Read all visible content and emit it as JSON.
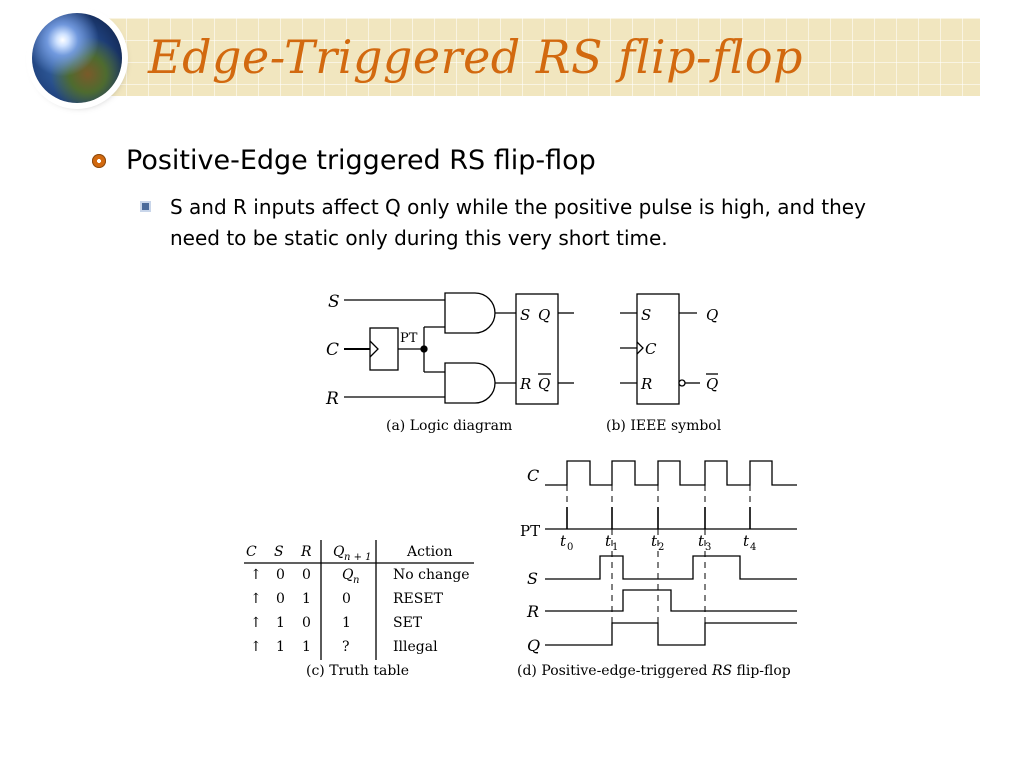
{
  "slide": {
    "title": "Edge-Triggered RS flip-flop",
    "bullet1": "Positive-Edge triggered RS flip-flop",
    "bullet2": "S and R inputs affect Q only while the positive pulse is high, and they need to be static only during this very short time."
  },
  "logic_diagram": {
    "input_s": "S",
    "input_c": "C",
    "input_r": "R",
    "pt_label": "PT",
    "ff_s": "S",
    "ff_q": "Q",
    "ff_r": "R",
    "ff_qbar": "Q",
    "caption": "(a) Logic diagram"
  },
  "ieee_symbol": {
    "s": "S",
    "c": "C",
    "r": "R",
    "q": "Q",
    "qbar": "Q",
    "caption": "(b) IEEE symbol"
  },
  "truth_table": {
    "headers": [
      "C",
      "S",
      "R",
      "Q",
      "Action"
    ],
    "q_subscript": "n + 1",
    "rows": [
      {
        "c": "↑",
        "s": "0",
        "r": "0",
        "q": "Q",
        "q_sub": "n",
        "action": "No change"
      },
      {
        "c": "↑",
        "s": "0",
        "r": "1",
        "q": "0",
        "q_sub": "",
        "action": "RESET"
      },
      {
        "c": "↑",
        "s": "1",
        "r": "0",
        "q": "1",
        "q_sub": "",
        "action": "SET"
      },
      {
        "c": "↑",
        "s": "1",
        "r": "1",
        "q": "?",
        "q_sub": "",
        "action": "Illegal"
      }
    ],
    "caption": "(c) Truth table"
  },
  "timing": {
    "signals": [
      "C",
      "PT",
      "S",
      "R",
      "Q"
    ],
    "times": [
      {
        "t": "t",
        "sub": "0"
      },
      {
        "t": "t",
        "sub": "1"
      },
      {
        "t": "t",
        "sub": "2"
      },
      {
        "t": "t",
        "sub": "3"
      },
      {
        "t": "t",
        "sub": "4"
      }
    ],
    "caption_prefix": "(d) Positive-edge-triggered ",
    "caption_italic": "RS",
    "caption_suffix": " flip-flop"
  },
  "colors": {
    "title": "#d2690f",
    "title_bar": "#f1e6bf",
    "text": "#000000"
  }
}
